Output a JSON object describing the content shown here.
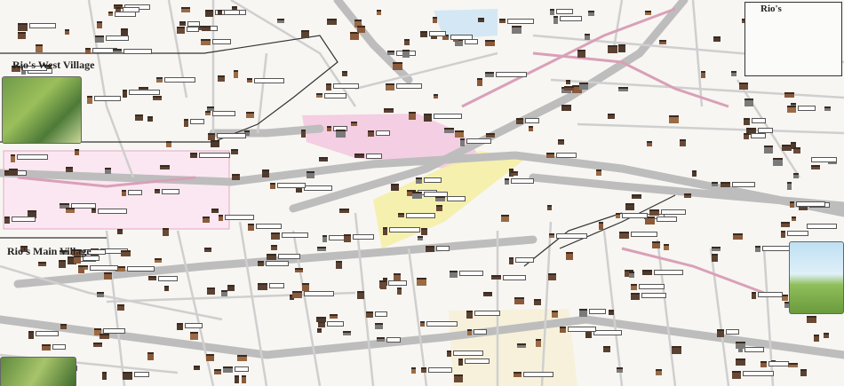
{
  "map": {
    "regions": {
      "west_village": "Rio's West Village",
      "main_village": "Rio's Main Village",
      "inset_heading": "Rio's"
    },
    "colors": {
      "background": "#f7f6f2",
      "road": "#cfcfcf",
      "road_major": "#b9b9b9",
      "pink_zone": "#f3c7df",
      "yellow_zone": "#f5efa2",
      "blue_zone": "#cfe6f4",
      "light_pink_panel": "#fbe7f1",
      "building": "#6b4a35",
      "label_bg": "#ffffff"
    },
    "icons": [
      "house-icon",
      "photo-inset",
      "cyclist-photo",
      "legend-box"
    ]
  }
}
